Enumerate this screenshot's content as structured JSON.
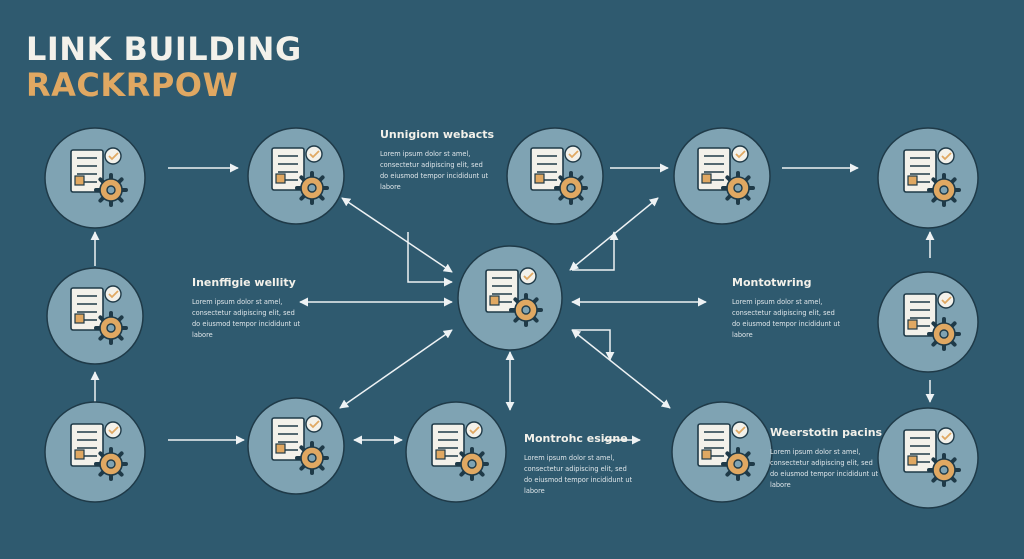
{
  "header": {
    "title_line1": "LINK BUILDING",
    "title_line2": "RACKRPOW"
  },
  "sections": [
    {
      "heading": "Unnigiom webacts",
      "body": "Lorem ipsum dolor st amel, consectetur adipiscing elit, sed do eiusmod tempor incididunt ut labore"
    },
    {
      "heading": "Inenffigie wellity",
      "body": "Lorem ipsum dolor st amel, consectetur adipiscing elit, sed do eiusmod tempor incididunt ut labore"
    },
    {
      "heading": "Montotwring",
      "body": "Lorem ipsum dolor st amel, consectetur adipiscing elit, sed do eiusmod tempor incididunt ut labore"
    },
    {
      "heading": "Montrohc esigne",
      "body": "Lorem ipsum dolor st amel, consectetur adipiscing elit, sed do eiusmod tempor incididunt ut labore"
    },
    {
      "heading": "Weerstotin pacins",
      "body": "Lorem ipsum dolor st amel, consectetur adipiscing elit, sed do eiusmod tempor incididunt ut labore"
    }
  ],
  "icons": [
    "lightbulb-gears-icon",
    "checklist-clipboard-icon",
    "browser-search-icon",
    "report-chart-icon",
    "gears-dashboard-icon",
    "handshake-chart-icon",
    "central-hub-icon",
    "profile-card-icon",
    "document-pen-icon",
    "monitor-meeting-icon",
    "idea-hand-icon",
    "document-gear-icon",
    "server-documents-icon"
  ],
  "colors": {
    "background": "#2f5a6f",
    "circle": "#7fa3b3",
    "accent": "#e0a862",
    "ink": "#1f3a48",
    "paper": "#f3f1ea",
    "arrow": "#eef2f4"
  }
}
